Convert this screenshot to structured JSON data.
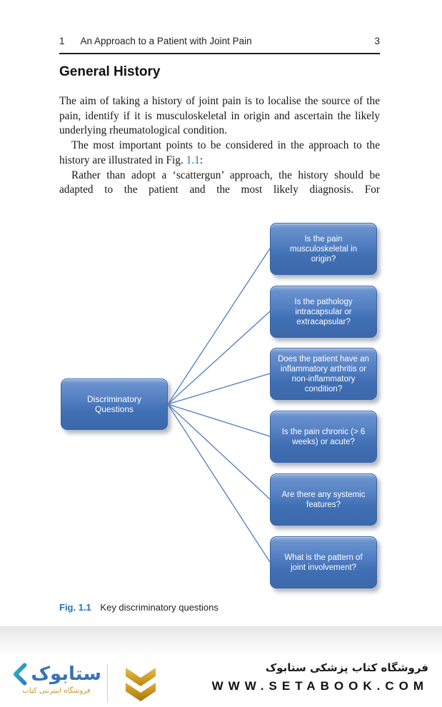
{
  "header": {
    "chapter_number": "1",
    "chapter_title": "An Approach to a Patient with Joint Pain",
    "page_number": "3"
  },
  "content": {
    "section_title": "General History",
    "paragraph1": "The aim of taking a history of joint pain is to localise the source of the pain, identify if it is musculoskeletal in origin and ascertain the likely underlying rheumatological condition.",
    "paragraph2_before": "The most important points to be considered in the approach to the history are illustrated in Fig. ",
    "paragraph2_link": "1.1",
    "paragraph2_after": ":",
    "paragraph3": "Rather than adopt a ‘scattergun’ approach, the history should be adapted to the patient and the most likely diagnosis. For"
  },
  "figure": {
    "root_label": "Discriminatory Questions",
    "questions": [
      "Is the pain musculoskeletal in origin?",
      "Is the pathology intracapsular or extracapsular?",
      "Does the patient have an inflammatory arthritis or non-inflammatory condition?",
      "Is the pain chronic (> 6 weeks) or acute?",
      "Are there any systemic features?",
      "What is the pattern of joint involvement?"
    ],
    "caption_label": "Fig. 1.1",
    "caption_text": "Key discriminatory questions"
  },
  "footer": {
    "logo_title": "ستابوک",
    "logo_subtitle": "فروشگاه اینترنتی کتاب",
    "store_line": "فروشگاه کتاب پزشکی ستابوک",
    "website": "WWW.SETABOOK.COM"
  },
  "colors": {
    "box_blue": "#4674b8",
    "link_blue": "#1b75bc",
    "logo_blue": "#3a72b9",
    "gold": "#d6a535"
  }
}
